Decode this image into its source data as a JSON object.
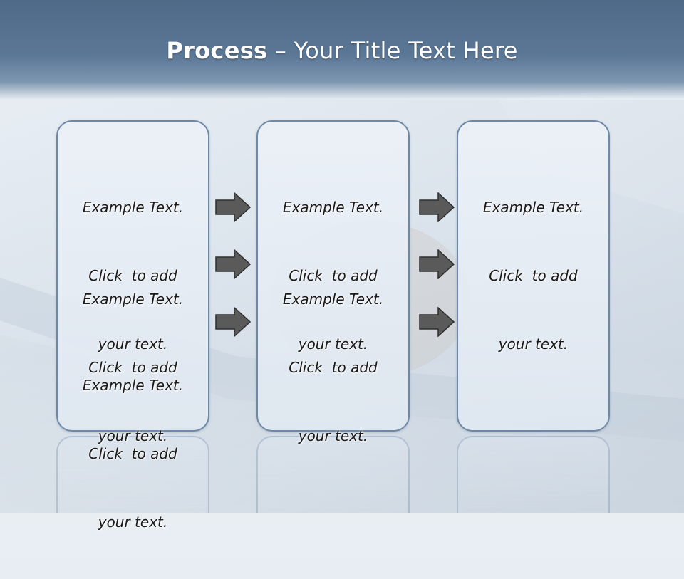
{
  "slide": {
    "title_bold": "Process",
    "title_rest": "– Your Title Text Here"
  },
  "columns": [
    {
      "blocks": [
        [
          "Example Text.",
          "Click  to add",
          "your text."
        ],
        [
          "Example Text.",
          "Click  to add",
          "your text."
        ],
        [
          "Example Text.",
          "Click  to add",
          "your text."
        ]
      ]
    },
    {
      "blocks": [
        [
          "Example Text.",
          "Click  to add",
          "your text."
        ],
        [
          "Example Text.",
          "Click  to add",
          "your text."
        ]
      ]
    },
    {
      "blocks": [
        [
          "Example Text.",
          "Click  to add",
          "your text."
        ]
      ]
    }
  ],
  "arrows": {
    "count_between_1_2": 3,
    "count_between_2_3": 3,
    "icon": "right-arrow-icon"
  },
  "colors": {
    "header": "#5b7796",
    "panel_border": "#6d89a8",
    "panel_fill": "#e4ebf3",
    "arrow_fill": "#5a5a5a",
    "title_text": "#ffffff"
  }
}
